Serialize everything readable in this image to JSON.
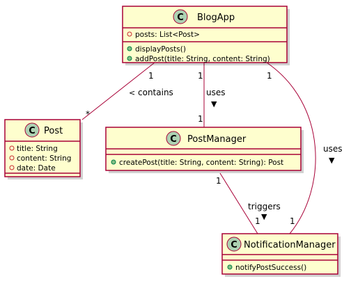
{
  "classes": {
    "blogapp": {
      "name": "BlogApp",
      "attributes": [
        "posts: List<Post>"
      ],
      "methods": [
        "displayPosts()",
        "addPost(title: String, content: String)"
      ]
    },
    "post": {
      "name": "Post",
      "attributes": [
        "title: String",
        "content: String",
        "date: Date"
      ],
      "methods": []
    },
    "postmanager": {
      "name": "PostManager",
      "attributes": [],
      "methods": [
        "createPost(title: String, content: String): Post"
      ]
    },
    "notificationmanager": {
      "name": "NotificationManager",
      "attributes": [],
      "methods": [
        "notifyPostSuccess()"
      ]
    }
  },
  "relations": [
    {
      "label": "contains",
      "arrow": "<",
      "from_mult": "1",
      "to_mult": "*"
    },
    {
      "label": "uses",
      "arrow": "▼",
      "from_mult": "1",
      "to_mult": "1"
    },
    {
      "label": "uses",
      "arrow": "▼",
      "from_mult": "1",
      "to_mult": "1"
    },
    {
      "label": "triggers",
      "arrow": "▼",
      "from_mult": "1",
      "to_mult": "1"
    }
  ],
  "colors": {
    "class_fill": "#FEFECE",
    "class_border": "#A80036",
    "class_icon": "#ADD1B2"
  }
}
